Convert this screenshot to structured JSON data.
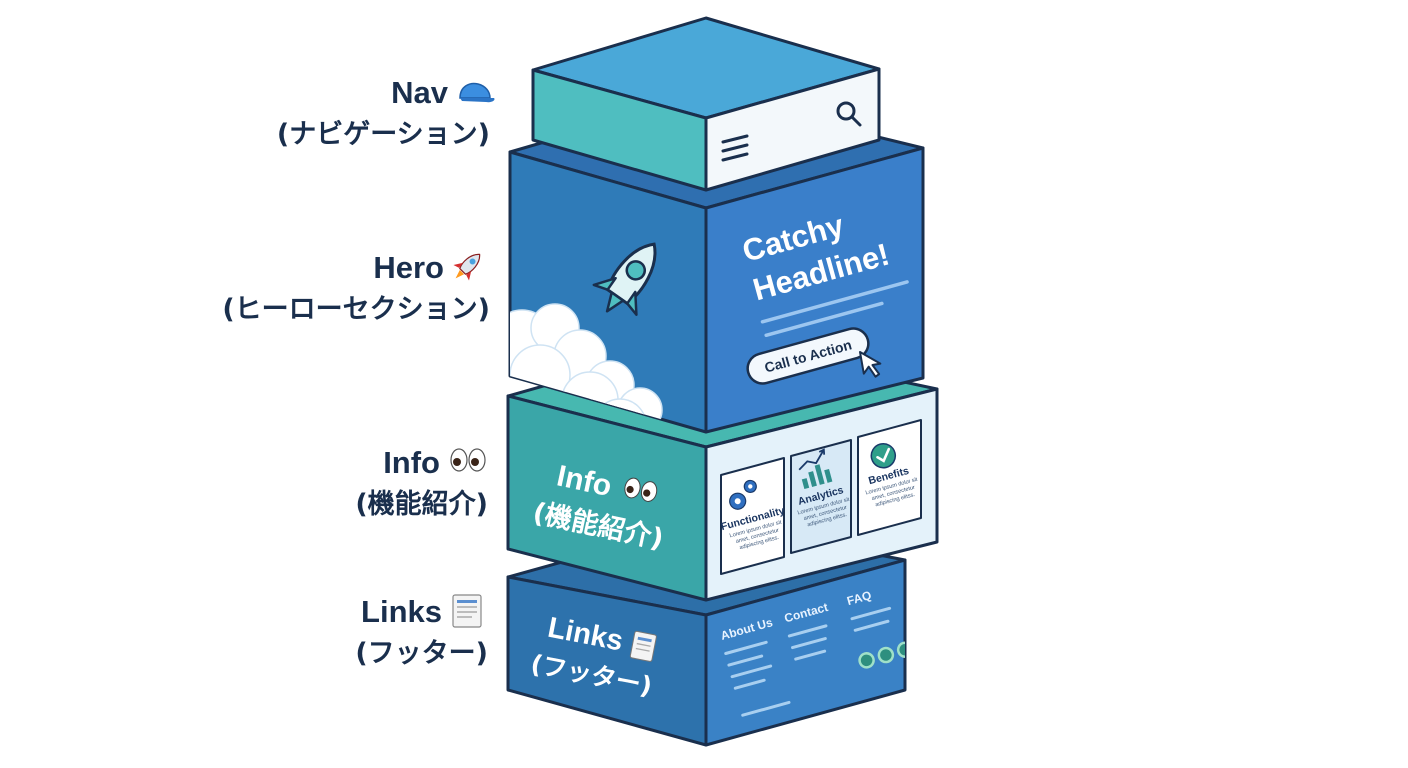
{
  "labels": {
    "nav": {
      "title": "Nav",
      "subtitle": "(ナビゲーション)",
      "emoji": "🧢"
    },
    "hero": {
      "title": "Hero",
      "subtitle": "(ヒーローセクション)",
      "emoji": "🚀"
    },
    "info": {
      "title": "Info",
      "subtitle": "(機能紹介)",
      "emoji": "👀"
    },
    "links": {
      "title": "Links",
      "subtitle": "(フッター)",
      "emoji": "📄"
    }
  },
  "hero_block": {
    "headline_line1": "Catchy",
    "headline_line2": "Headline!",
    "cta_label": "Call to Action"
  },
  "info_block": {
    "face_title": "Info",
    "face_emoji": "👀",
    "face_subtitle": "(機能紹介)",
    "cards": [
      {
        "title": "Functionality",
        "lorem": [
          "Lorem ipsum dolor sit",
          "amet, consectetur",
          "adipiscing elitss."
        ],
        "icon": "gears-icon"
      },
      {
        "title": "Analytics",
        "lorem": [
          "Lorem ipsum dolor sit",
          "amet, consectetur",
          "adipiscing elitss."
        ],
        "icon": "bar-chart-icon"
      },
      {
        "title": "Benefits",
        "lorem": [
          "Lorem ipsum dolor sit",
          "amet, consectetur",
          "adipiscing elitss."
        ],
        "icon": "check-circle-icon"
      }
    ]
  },
  "links_block": {
    "face_title": "Links",
    "face_emoji": "📄",
    "face_subtitle": "(フッター)",
    "columns": [
      "About Us",
      "Contact",
      "FAQ"
    ]
  },
  "colors": {
    "outline": "#1a2f4d",
    "nav_top": "#4aa8d8",
    "nav_front": "#4fbec0",
    "hero_left": "#2f7bb8",
    "hero_right": "#3a7fca",
    "info_left": "#3aa6a8",
    "info_top": "#47b8b0",
    "links_left": "#2d72ac",
    "links_right": "#3a82c6"
  }
}
